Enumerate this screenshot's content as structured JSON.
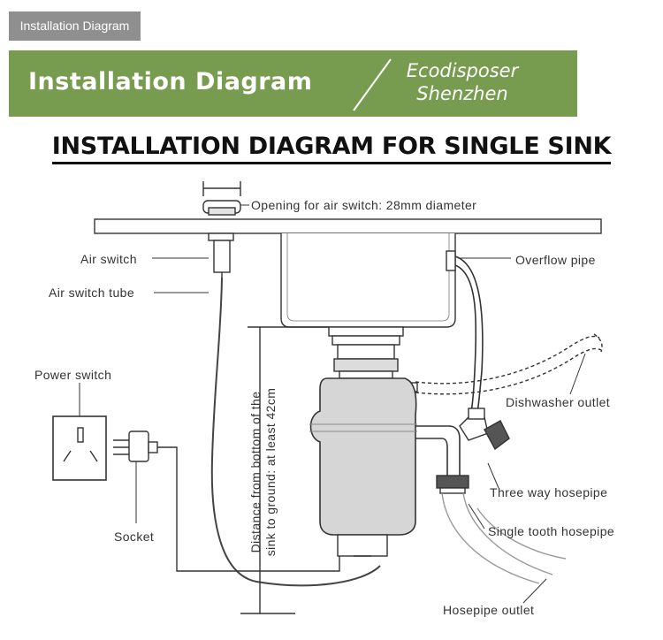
{
  "header": {
    "tag": "Installation Diagram",
    "banner_title": "Installation Diagram",
    "brand_line1": "Ecodisposer",
    "brand_line2": "Shenzhen",
    "banner_color": "#779b4f",
    "tag_color": "#8f8f8f"
  },
  "diagram": {
    "title": "INSTALLATION DIAGRAM FOR SINGLE SINK",
    "labels": {
      "opening": "Opening for air switch: 28mm diameter",
      "air_switch": "Air switch",
      "air_switch_tube": "Air switch tube",
      "power_switch": "Power switch",
      "socket": "Socket",
      "overflow_pipe": "Overflow pipe",
      "dishwasher_outlet": "Dishwasher outlet",
      "three_way_hosepipe": "Three way hosepipe",
      "single_tooth_hosepipe": "Single tooth hosepipe",
      "hosepipe_outlet": "Hosepipe outlet",
      "distance_line1": "Distance from bottom of the",
      "distance_line2": "sink to ground: at least 42cm"
    }
  }
}
